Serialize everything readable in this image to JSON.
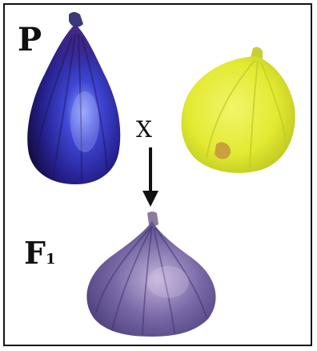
{
  "parents_label": "P",
  "cross_symbol": "X",
  "offspring_label": {
    "main": "F",
    "sub": "1"
  },
  "colors": {
    "purple_fig_dark": "#1a1450",
    "purple_fig_mid": "#2d2ba8",
    "purple_fig_highlight": "#7a7ff0",
    "green_fig": "#e5ec3a",
    "green_fig_shade": "#b9c21f",
    "hybrid_fig": "#6a5a9a",
    "hybrid_fig_light": "#b9a6cf",
    "arrow": "#111111"
  }
}
